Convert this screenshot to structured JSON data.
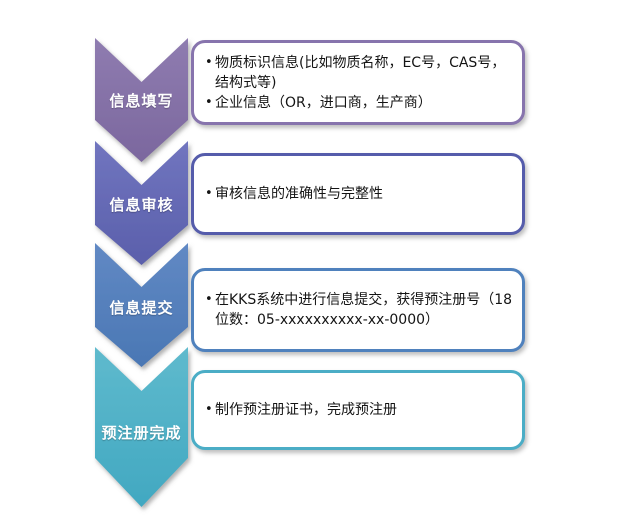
{
  "bullet_char": "•",
  "steps": [
    {
      "label": "信息填写",
      "arrow_color": "#7b679e",
      "arrow_color_light": "#8f7cb0",
      "box_border_color": "#8774ad",
      "bullets": [
        "物质标识信息(比如物质名称，EC号，CAS号，结构式等)",
        "企业信息（OR，进口商，生产商）"
      ]
    },
    {
      "label": "信息审核",
      "arrow_color": "#5a5fab",
      "arrow_color_light": "#7175bf",
      "box_border_color": "#555cab",
      "bullets": [
        "审核信息的准确性与完整性"
      ]
    },
    {
      "label": "信息提交",
      "arrow_color": "#4a77b4",
      "arrow_color_light": "#6189c4",
      "box_border_color": "#4f81bd",
      "bullets": [
        "在KKS系统中进行信息提交，获得预注册号（18位数：05-xxxxxxxxxx-xx-0000）"
      ]
    },
    {
      "label": "预注册完成",
      "arrow_color": "#41a8c1",
      "arrow_color_light": "#5fbacd",
      "box_border_color": "#4badc6",
      "bullets": [
        "制作预注册证书，完成预注册"
      ]
    }
  ]
}
